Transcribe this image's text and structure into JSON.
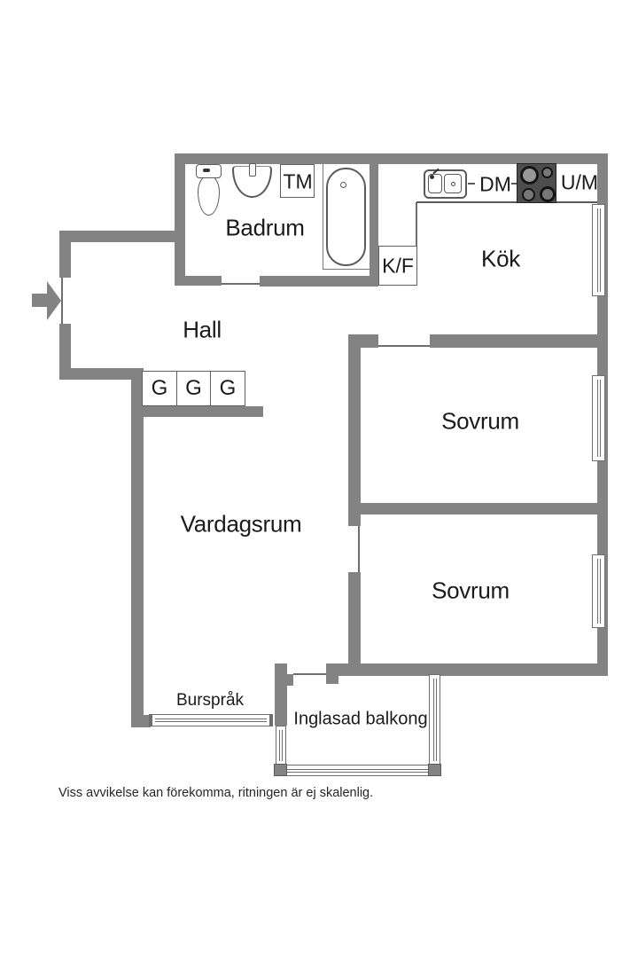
{
  "floorplan": {
    "rooms": {
      "badrum": "Badrum",
      "kok": "Kök",
      "hall": "Hall",
      "sovrum1": "Sovrum",
      "vardagsrum": "Vardagsrum",
      "sovrum2": "Sovrum",
      "bursprak": "Burspråk",
      "balkong": "Inglasad balkong"
    },
    "fixtures": {
      "tm": "TM",
      "dm": "DM",
      "um": "U/M",
      "kf": "K/F",
      "g1": "G",
      "g2": "G",
      "g3": "G"
    },
    "disclaimer": "Viss avvikelse kan förekomma, ritningen är ej skalenlig.",
    "colors": {
      "wall": "#838383",
      "thin_line": "#6e6e6e",
      "stove": "#4d4d4d",
      "text": "#1b1b1b",
      "background": "#ffffff"
    }
  }
}
